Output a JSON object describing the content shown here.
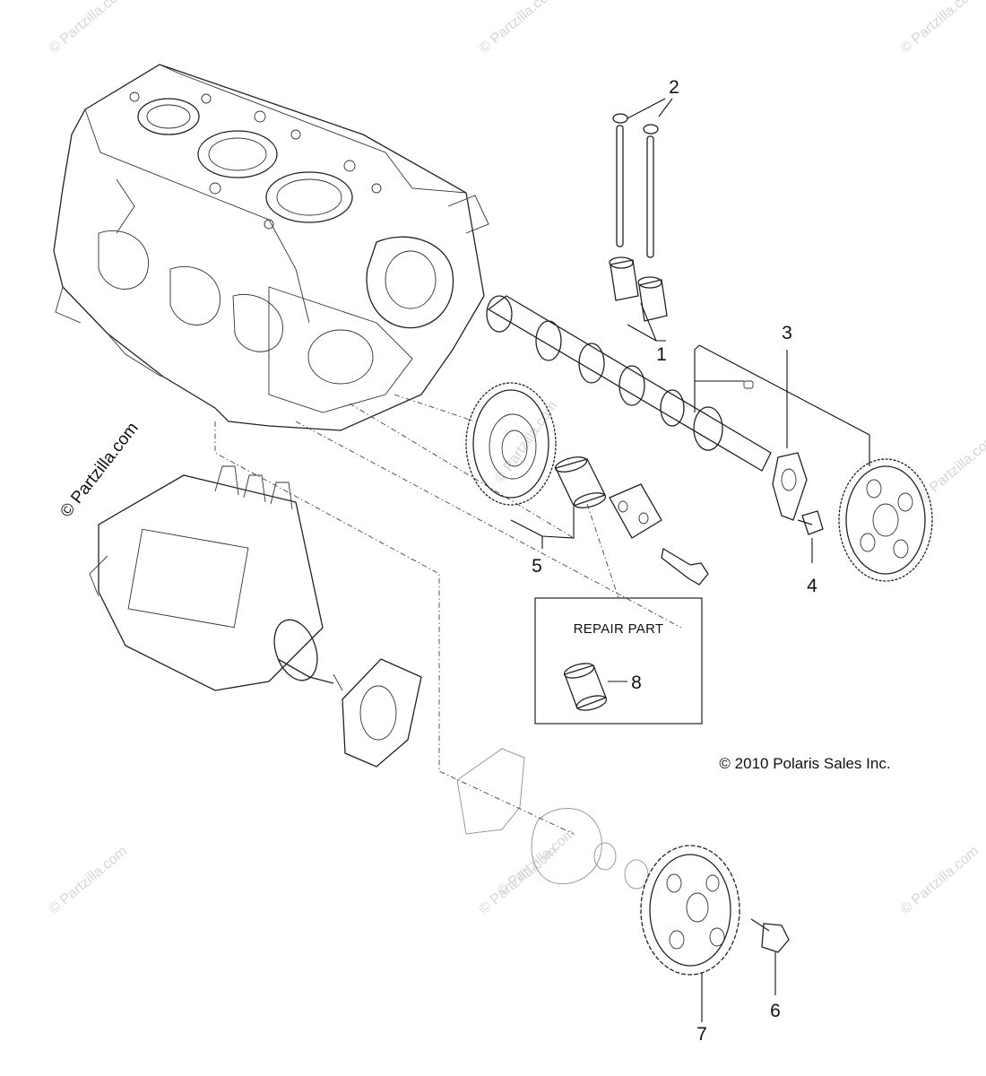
{
  "callouts": [
    {
      "id": "1",
      "label": "1"
    },
    {
      "id": "2",
      "label": "2"
    },
    {
      "id": "3",
      "label": "3"
    },
    {
      "id": "4",
      "label": "4"
    },
    {
      "id": "5",
      "label": "5"
    },
    {
      "id": "6",
      "label": "6"
    },
    {
      "id": "7",
      "label": "7"
    },
    {
      "id": "8",
      "label": "8"
    }
  ],
  "repair_box": {
    "title": "REPAIR PART"
  },
  "copyright": "© 2010 Polaris Sales Inc.",
  "side_watermark": "© Partzilla.com",
  "watermark_text": "© Partzilla.com",
  "colors": {
    "ink": "#222222",
    "watermark": "#d6d6d6",
    "background": "#ffffff"
  }
}
